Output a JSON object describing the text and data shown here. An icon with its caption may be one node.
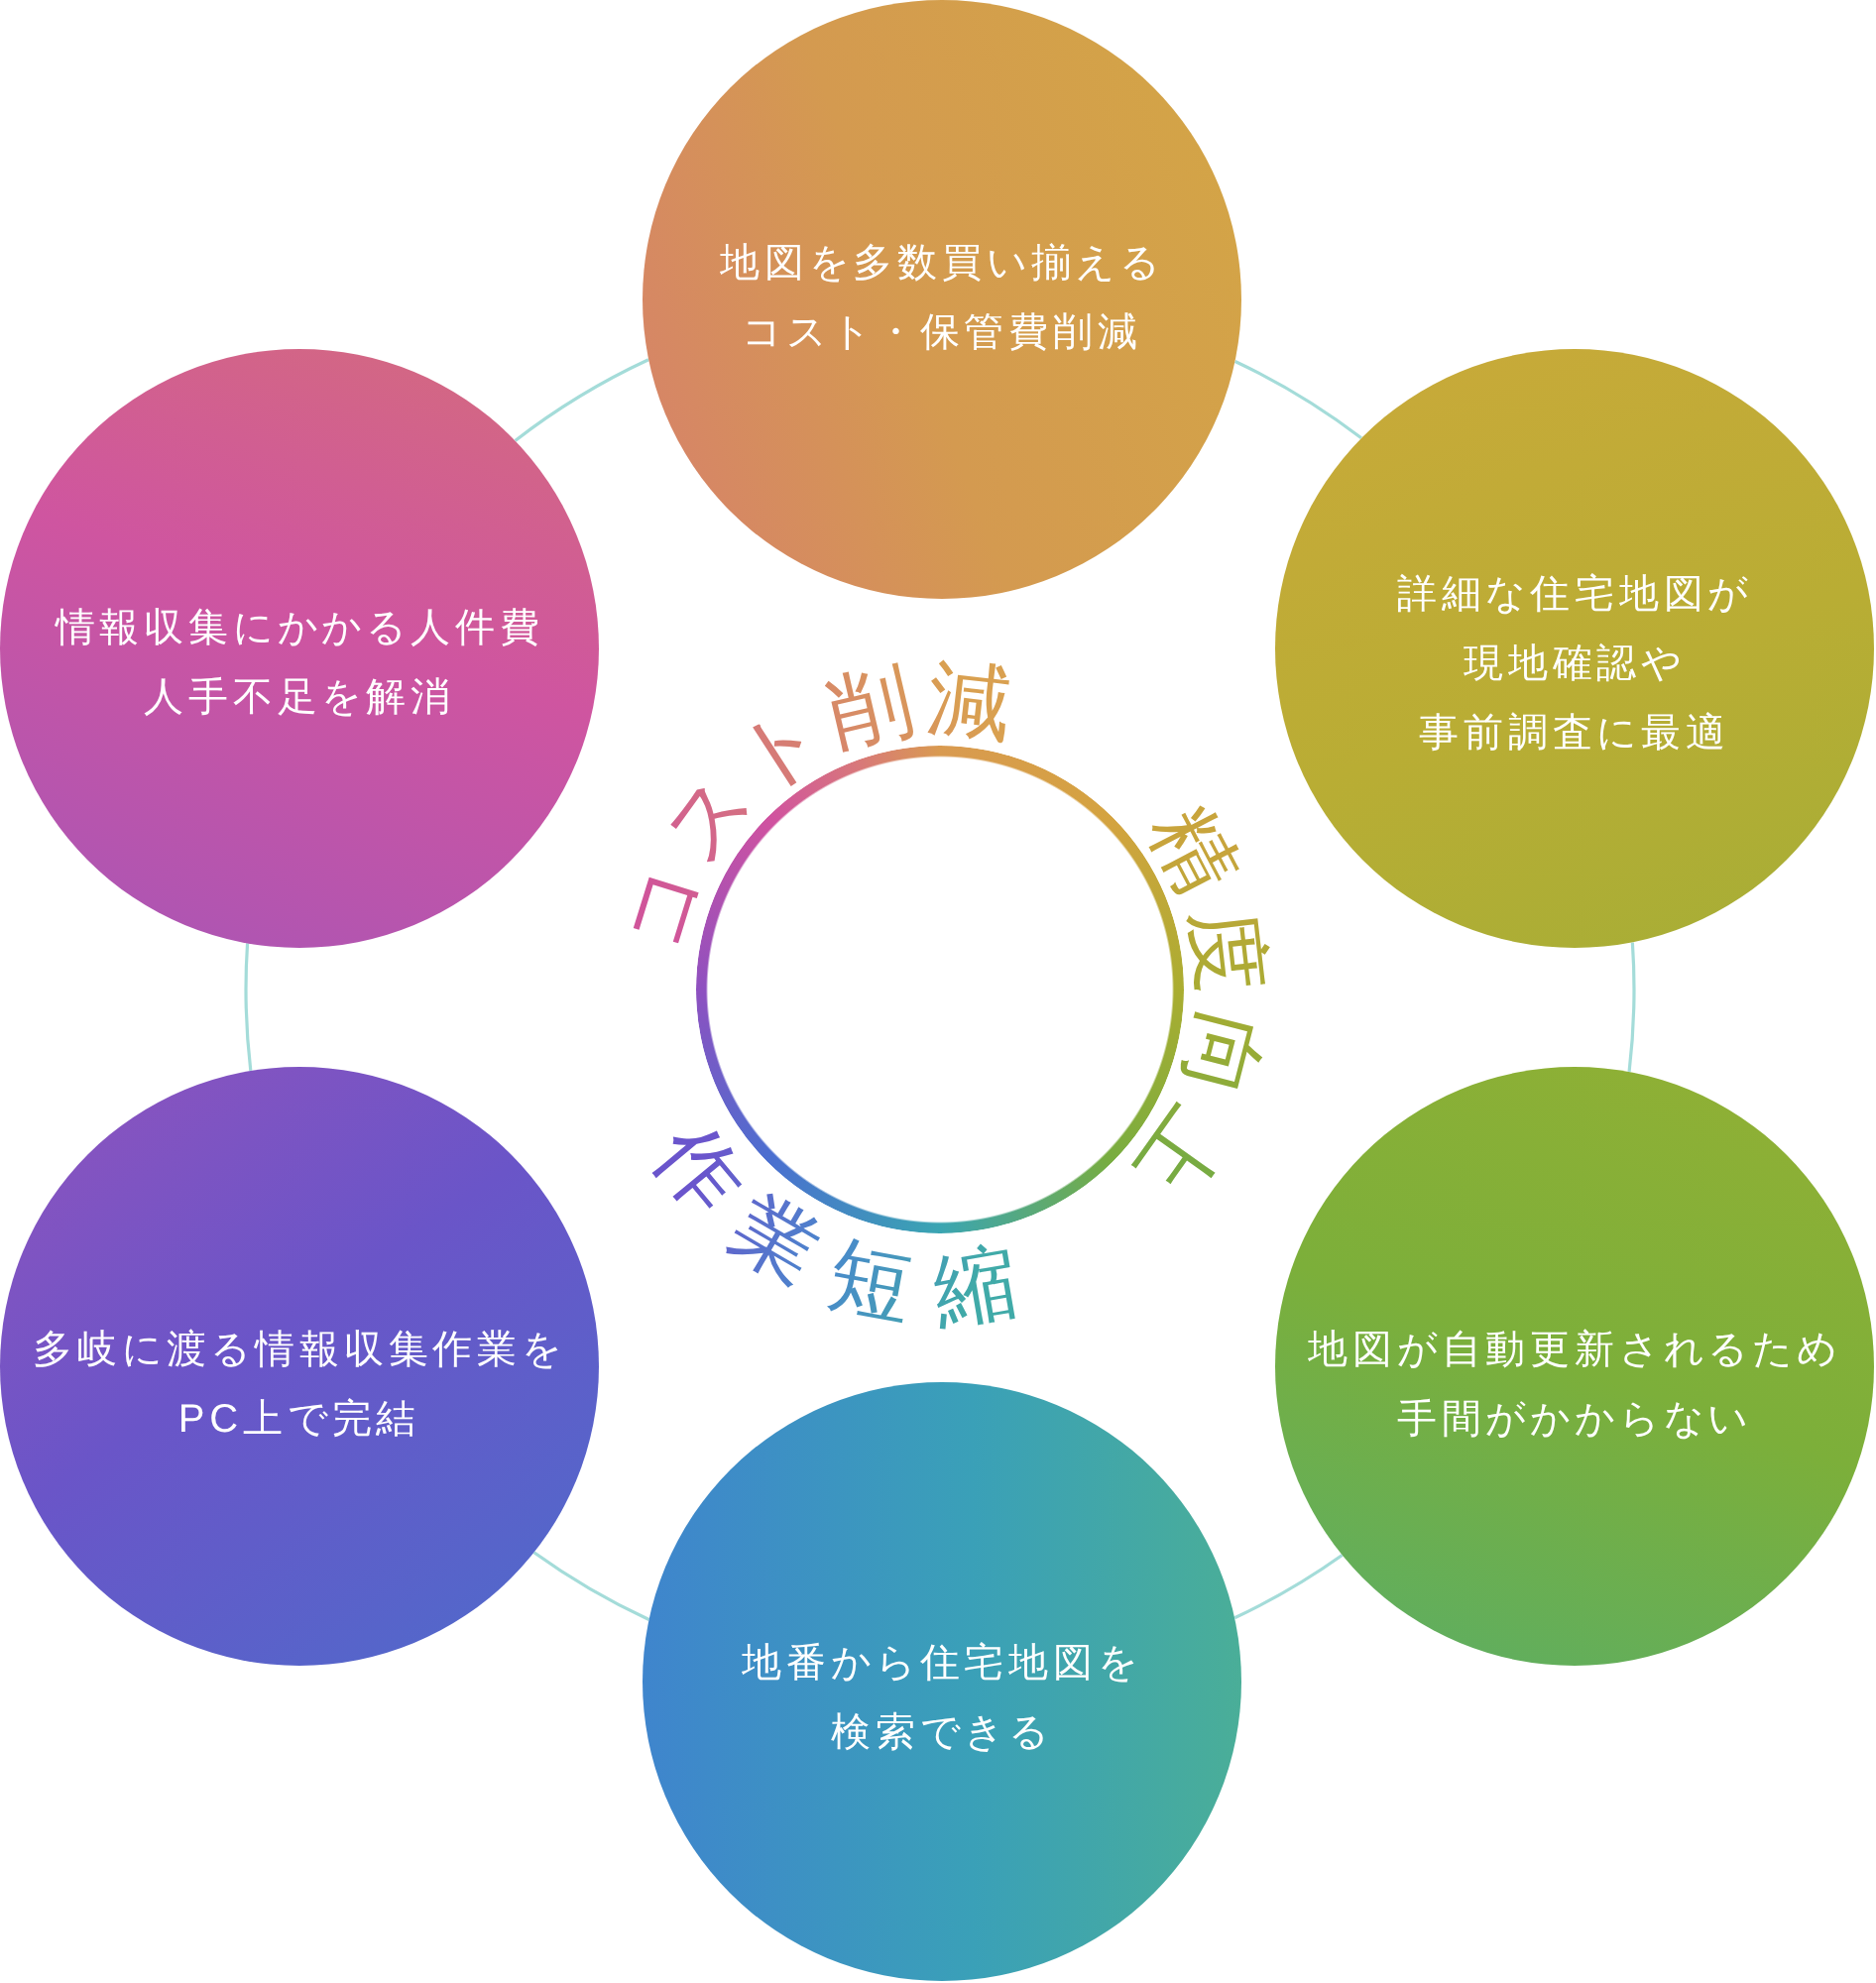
{
  "diagram": {
    "nodes": [
      {
        "text": [
          "地図を多数買い揃えるコスト・保管費削減"
        ]
      },
      {
        "text": [
          "詳細な住宅地図が現地確認や事前調査に最適"
        ]
      },
      {
        "text": [
          "地図が自動更新されるため手間がかからない"
        ]
      },
      {
        "text": [
          "地番から住宅地図を検索できる"
        ]
      },
      {
        "text": [
          "多岐に渡る情報収集作業をPC上で完結"
        ]
      },
      {
        "text": [
          "情報収集にかかる人件費人手不足を解消"
        ]
      },
      {
        "text": [],
        "shape": "circle"
      }
    ],
    "edges": [
      {
        "from": 0,
        "to": 1,
        "arrow": "none"
      },
      {
        "from": 1,
        "to": 2,
        "arrow": "none"
      },
      {
        "from": 2,
        "to": 3,
        "arrow": "none"
      },
      {
        "from": 3,
        "to": 4,
        "arrow": "none"
      },
      {
        "from": 4,
        "to": 5,
        "arrow": "none"
      },
      {
        "from": 5,
        "to": 0,
        "arrow": "none"
      }
    ],
    "labels": [
      "コスト削減",
      "精度向上",
      "作業短縮"
    ]
  }
}
